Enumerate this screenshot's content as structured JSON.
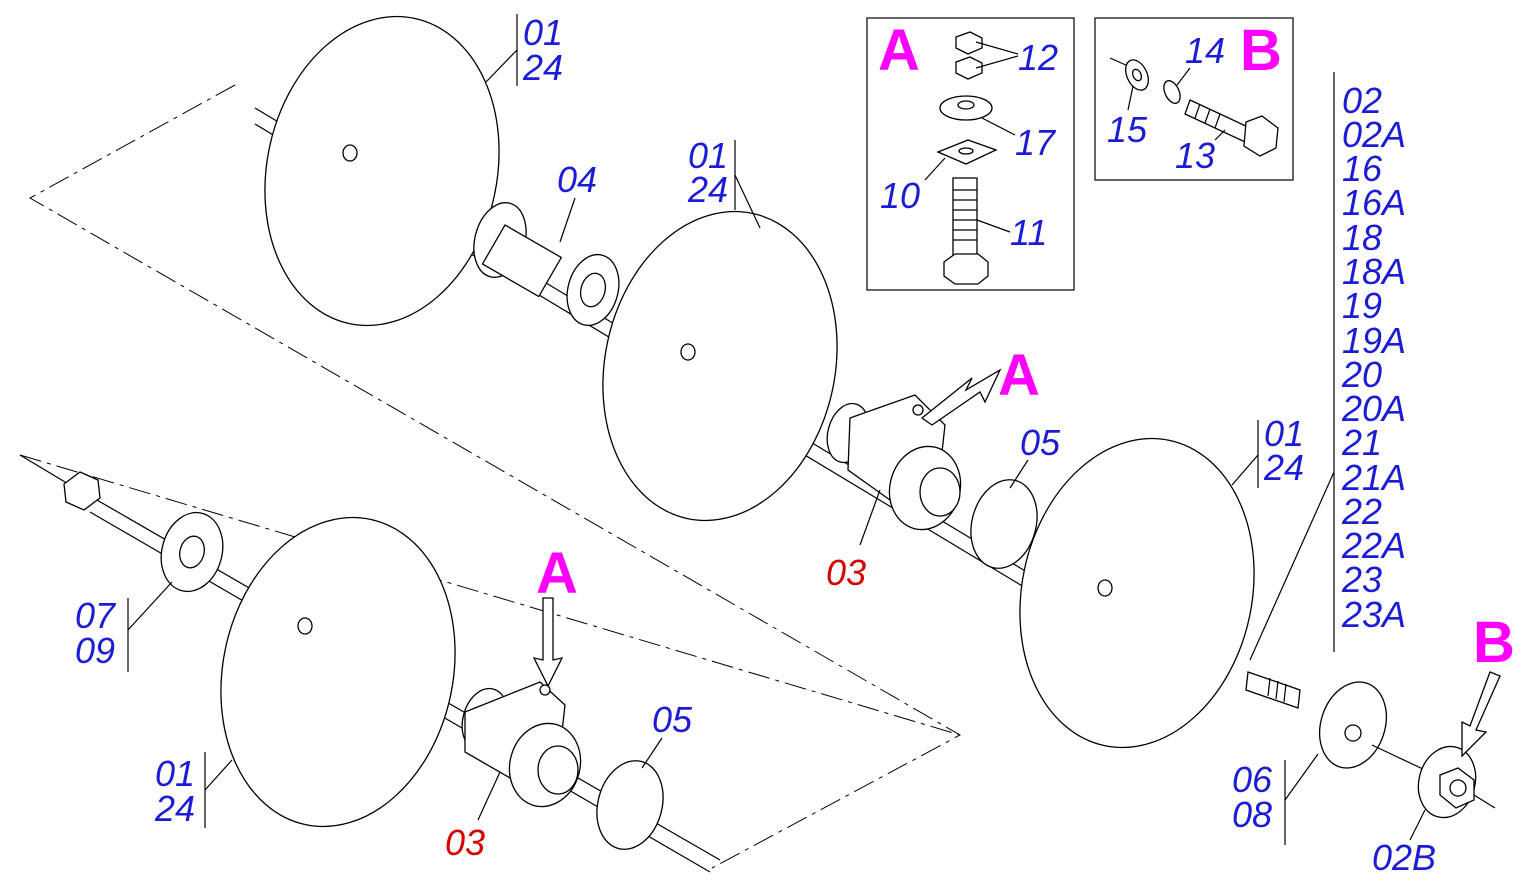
{
  "callouts": {
    "top_disc": [
      "01",
      "24"
    ],
    "bearing_top": "04",
    "mid_disc": [
      "01",
      "24"
    ],
    "right_disc": [
      "01",
      "24"
    ],
    "spacer_mid": "05",
    "housing_mid": "03",
    "arrow_mid": "A",
    "left_washer": [
      "07",
      "09"
    ],
    "bottom_disc": [
      "01",
      "24"
    ],
    "arrow_bottom": "A",
    "spacer_bottom": "05",
    "housing_bottom": "03",
    "flange_right": [
      "06",
      "08"
    ],
    "nut_right": "02B",
    "arrow_right": "B"
  },
  "inset_a": {
    "letter": "A",
    "nuts": "12",
    "washer": "17",
    "plate": "10",
    "bolt": "11"
  },
  "inset_b": {
    "letter": "B",
    "lockwasher": "14",
    "washer": "15",
    "bolt": "13"
  },
  "shaft_list": [
    "02",
    "02A",
    "16",
    "16A",
    "18",
    "18A",
    "19",
    "19A",
    "20",
    "20A",
    "21",
    "21A",
    "22",
    "22A",
    "23",
    "23A"
  ],
  "colors": {
    "label_blue": "#1c1cd6",
    "label_red": "#d60000",
    "view_letter_magenta": "#ff00ff",
    "line_black": "#000000"
  }
}
